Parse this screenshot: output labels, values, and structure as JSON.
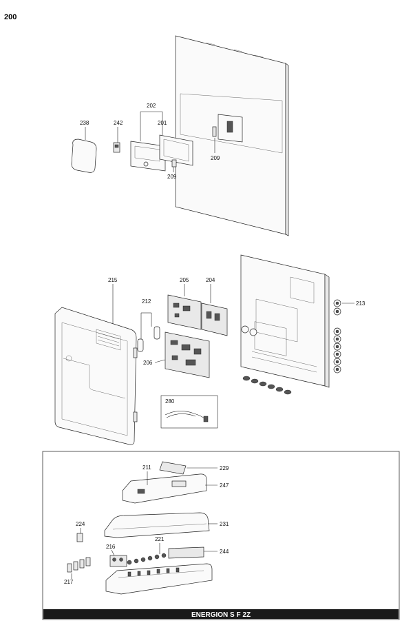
{
  "page": {
    "section_number": "200"
  },
  "labels": {
    "l202": "202",
    "l201": "201",
    "l238": "238",
    "l242": "242",
    "l209a": "209",
    "l209b": "209",
    "l215": "215",
    "l205": "205",
    "l204": "204",
    "l212": "212",
    "l213": "213",
    "l206": "206",
    "l280": "280",
    "l211": "211",
    "l229": "229",
    "l247": "247",
    "l224": "224",
    "l231": "231",
    "l221": "221",
    "l216": "216",
    "l244": "244",
    "l217": "217"
  },
  "footer": {
    "title": "ENERGION S F 2Z"
  },
  "colors": {
    "footer_bar": "#1a1a1a",
    "line": "#222222"
  }
}
